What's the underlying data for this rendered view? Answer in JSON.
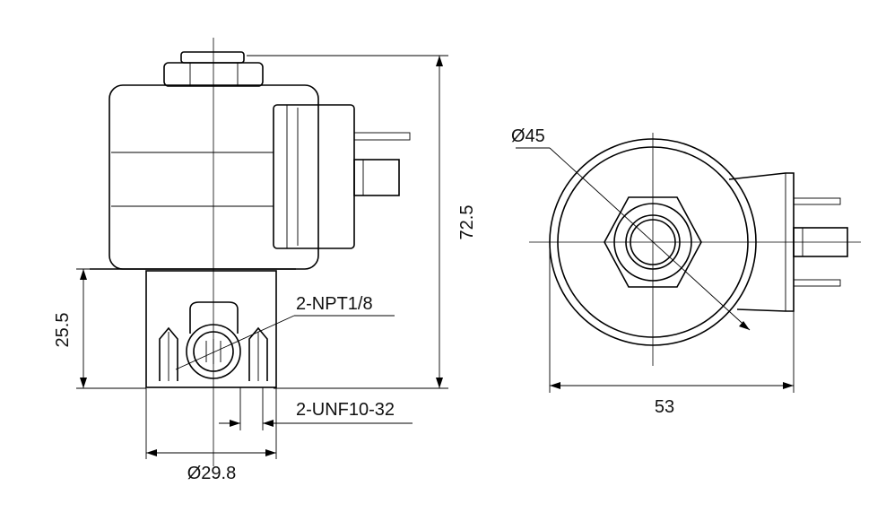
{
  "labels": {
    "overall_height": "72.5",
    "body_height": "25.5",
    "port_thread": "2-NPT1/8",
    "mount_thread": "2-UNF10-32",
    "body_diameter": "Ø29.8",
    "coil_diameter": "Ø45",
    "overall_width": "53"
  }
}
